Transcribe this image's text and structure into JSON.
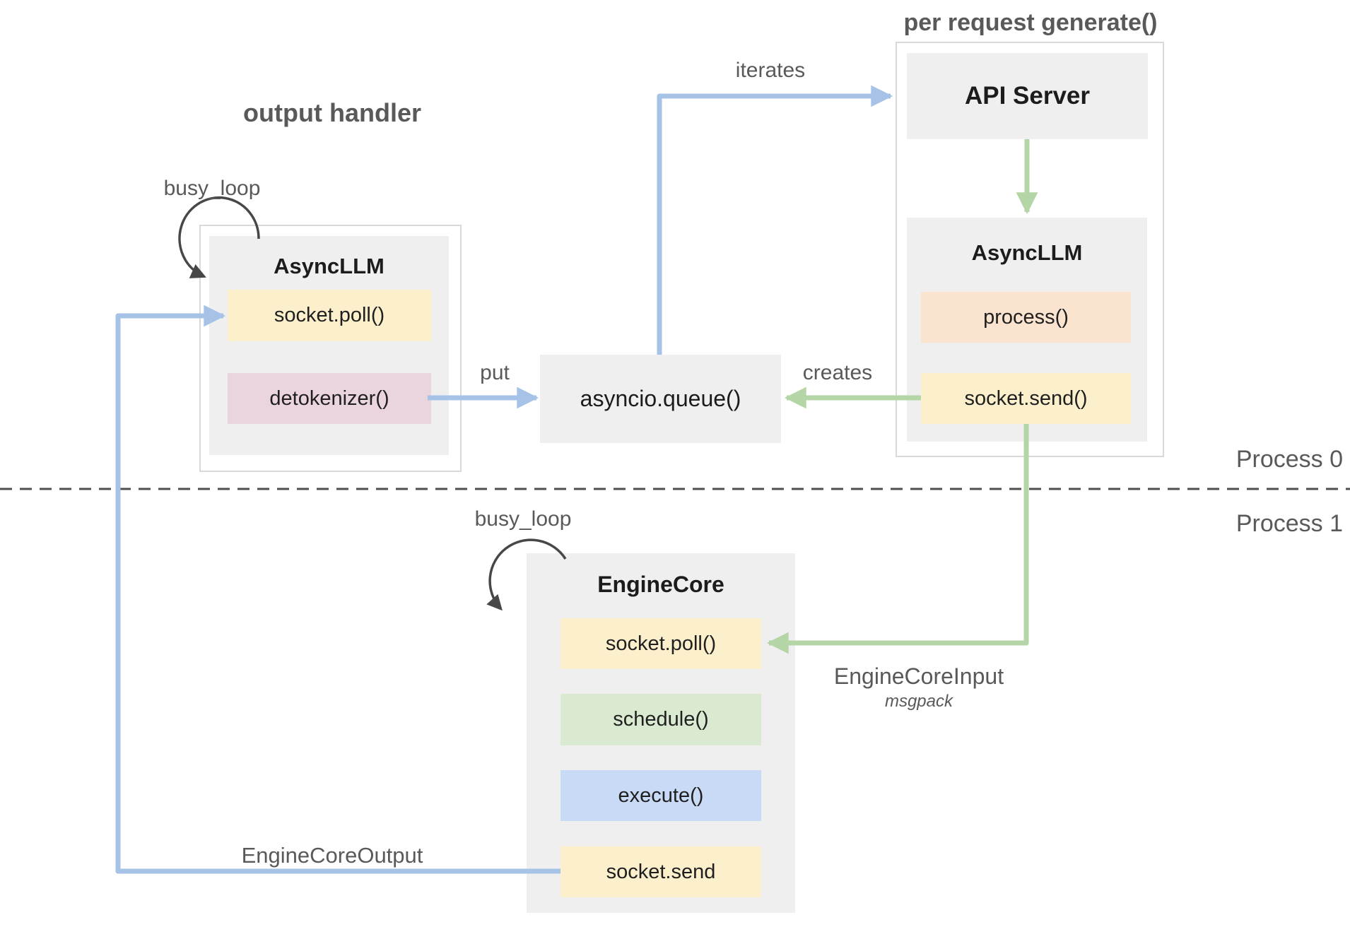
{
  "diagram": {
    "section_titles": {
      "output_handler": "output handler",
      "per_request_generate": "per request generate()"
    },
    "process_lanes": {
      "top": "Process 0",
      "bottom": "Process 1"
    },
    "nodes": {
      "api_server": {
        "title": "API Server"
      },
      "async_llm_output_handler": {
        "title": "AsyncLLM",
        "method_1": "socket.poll()",
        "method_2": "detokenizer()"
      },
      "async_llm_per_request": {
        "title": "AsyncLLM",
        "method_1": "process()",
        "method_2": "socket.send()"
      },
      "asyncio_queue": {
        "title": "asyncio.queue()"
      },
      "engine_core": {
        "title": "EngineCore",
        "method_1": "socket.poll()",
        "method_2": "schedule()",
        "method_3": "execute()",
        "method_4": "socket.send"
      }
    },
    "edge_labels": {
      "busy_loop_output_handler": "busy_loop",
      "busy_loop_engine_core": "busy_loop",
      "iterates": "iterates",
      "put": "put",
      "creates": "creates",
      "engine_core_input": "EngineCoreInput",
      "engine_core_input_format": "msgpack",
      "engine_core_output": "EngineCoreOutput"
    },
    "colors": {
      "arrow_blue": "#a6c3e7",
      "arrow_green": "#b4d6a6",
      "loop_arrow_dark": "#474747",
      "divider_gray": "#4f4f4f",
      "node_gray": "#efefef",
      "container_border": "#d9d9d9",
      "method_yellow": "#fcf0cc",
      "method_pink": "#ead4de",
      "method_orange": "#fae3cf",
      "method_green": "#daead0",
      "method_blue": "#c9daf6",
      "label_gray": "#595959"
    }
  }
}
